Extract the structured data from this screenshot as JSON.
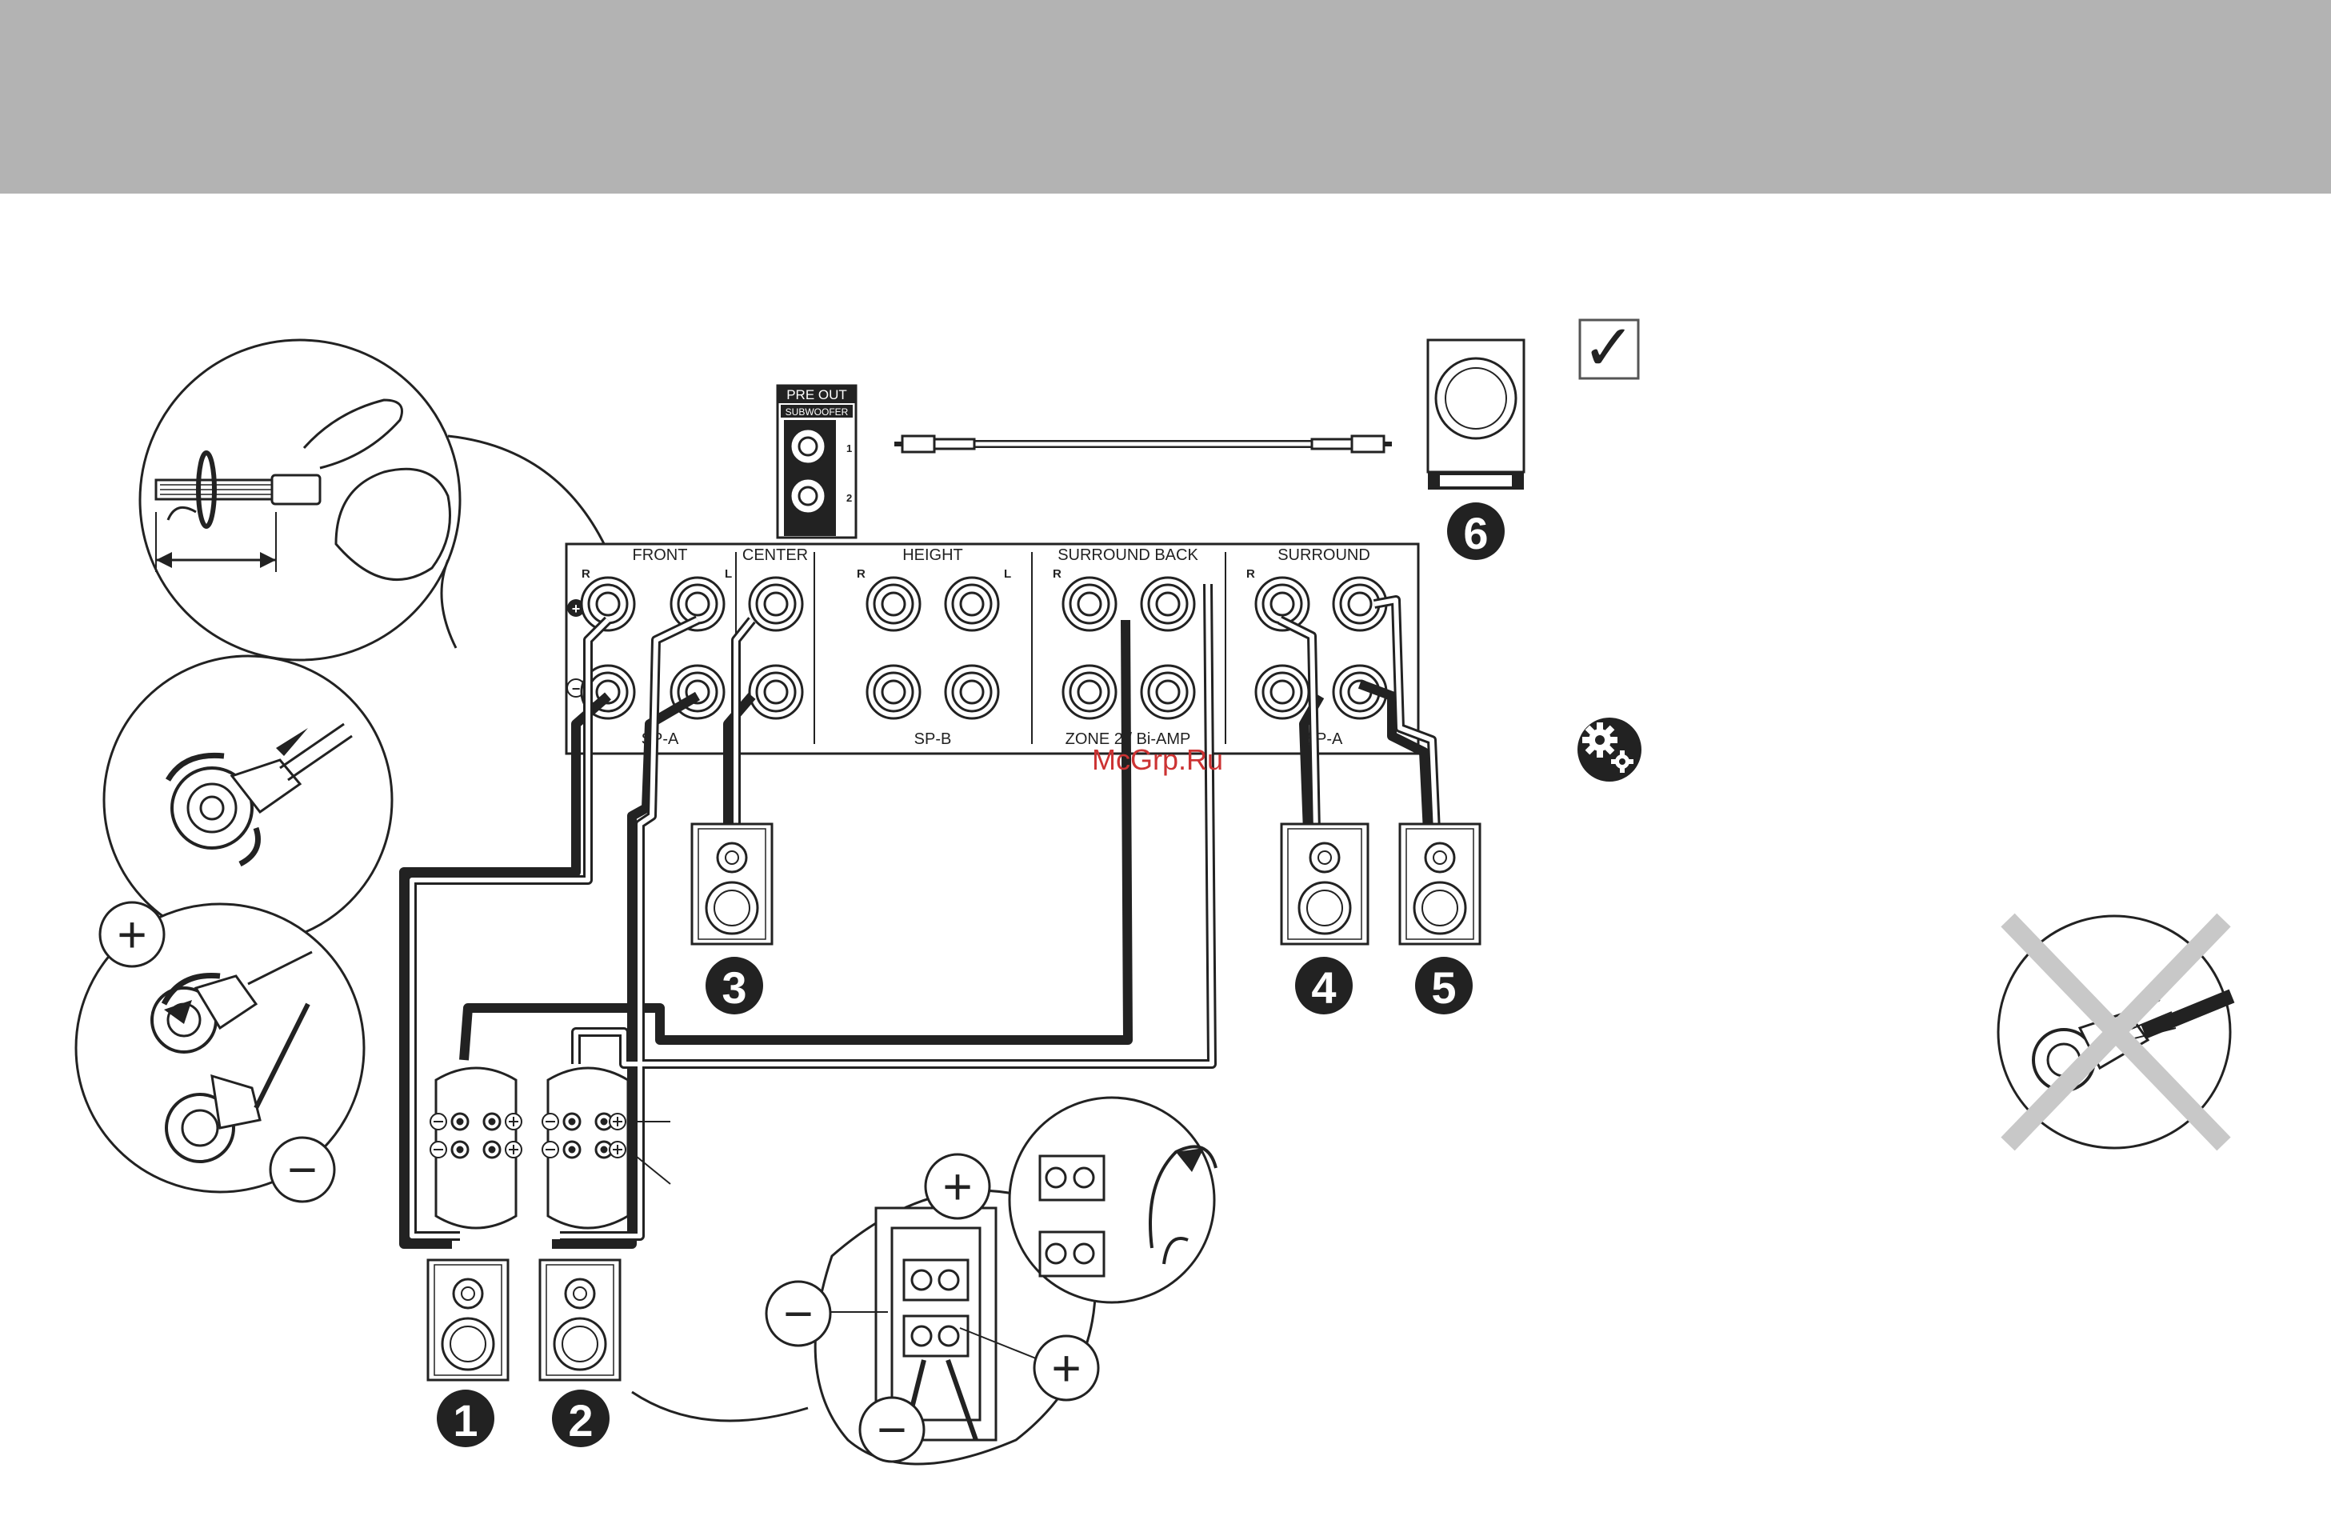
{
  "preout": {
    "title": "PRE OUT",
    "sub": "SUBWOOFER",
    "jack1": "1",
    "jack2": "2"
  },
  "receiver": {
    "front": "FRONT",
    "center": "CENTER",
    "height": "HEIGHT",
    "surround_back": "SURROUND BACK",
    "surround": "SURROUND",
    "r": "R",
    "l": "L",
    "spa": "SP-A",
    "spb": "SP-B",
    "zone2": "ZONE 2 / Bi-AMP"
  },
  "speakers": [
    {
      "num": "1"
    },
    {
      "num": "2"
    },
    {
      "num": "3"
    },
    {
      "num": "4"
    },
    {
      "num": "5"
    },
    {
      "num": "6"
    }
  ],
  "symbols": {
    "plus": "+",
    "minus": "−",
    "check": "✓"
  },
  "watermark": "McGrp.Ru",
  "colors": {
    "header": "#b3b3b3",
    "ink": "#1a1a1a",
    "watermark": "#cc3333",
    "cross": "#c8c8c8"
  }
}
